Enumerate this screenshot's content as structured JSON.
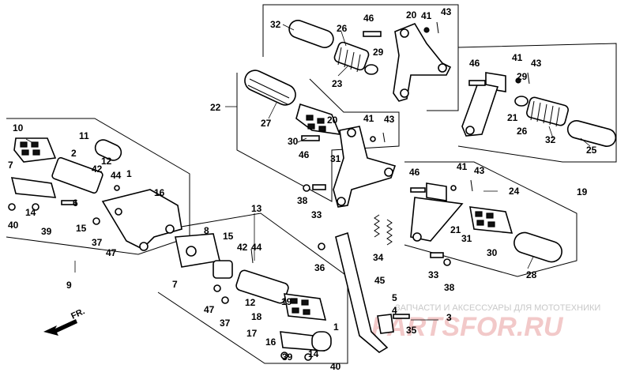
{
  "diagram": {
    "callouts": [
      "32",
      "26",
      "46",
      "20",
      "41",
      "43",
      "29",
      "23",
      "22",
      "27",
      "30",
      "46",
      "20",
      "41",
      "43",
      "31",
      "46",
      "41",
      "43",
      "29",
      "21",
      "26",
      "32",
      "25",
      "19",
      "10",
      "11",
      "2",
      "12",
      "42",
      "44",
      "1",
      "7",
      "6",
      "16",
      "40",
      "14",
      "39",
      "15",
      "37",
      "47",
      "9",
      "13",
      "8",
      "15",
      "42",
      "44",
      "7",
      "47",
      "37",
      "12",
      "18",
      "17",
      "19",
      "16",
      "39",
      "14",
      "1",
      "40",
      "36",
      "34",
      "45",
      "35",
      "5",
      "4",
      "3",
      "46",
      "41",
      "43",
      "24",
      "21",
      "31",
      "38",
      "33",
      "30",
      "28",
      "33",
      "38"
    ],
    "direction_label": "FR.",
    "watermark_caption": "ЗАПЧАСТИ И АКСЕССУАРЫ ДЛЯ МОТОТЕХНИКИ",
    "watermark_logo": "PARTSFOR.RU"
  }
}
